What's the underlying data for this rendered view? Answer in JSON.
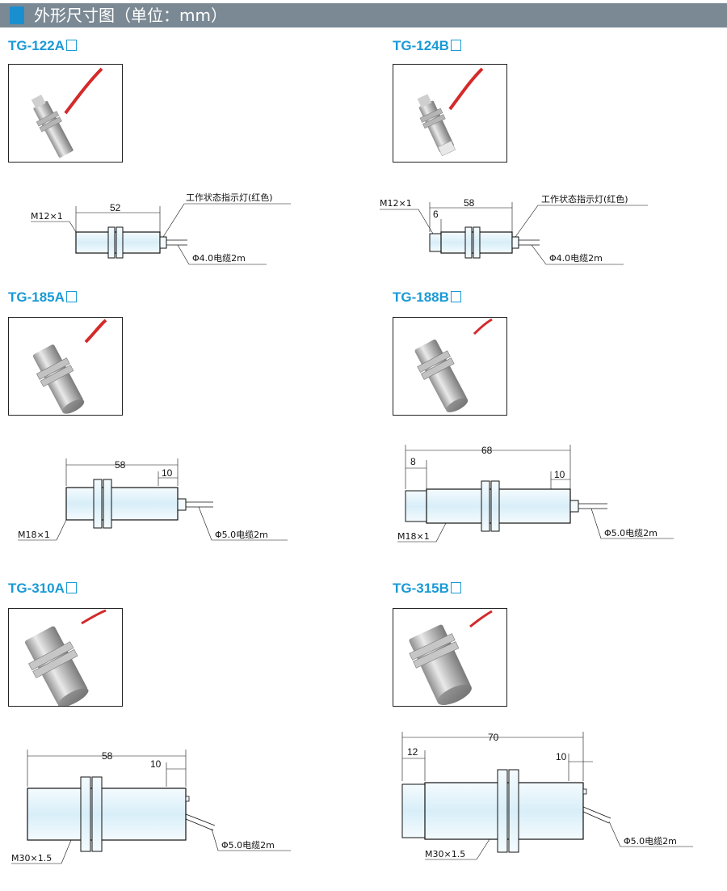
{
  "header": {
    "title": "外形尺寸图（单位：mm）"
  },
  "products": [
    {
      "model": "TG-122A",
      "thread": "M12×1",
      "length": "52",
      "indicator": "工作状态指示灯(红色)",
      "cable": "Φ4.0电缆2m"
    },
    {
      "model": "TG-124B",
      "thread": "M12×1",
      "length": "58",
      "tip": "6",
      "indicator": "工作状态指示灯(红色)",
      "cable": "Φ4.0电缆2m"
    },
    {
      "model": "TG-185A",
      "thread": "M18×1",
      "length": "58",
      "tail": "10",
      "cable": "Φ5.0电缆2m"
    },
    {
      "model": "TG-188B",
      "thread": "M18×1",
      "length": "68",
      "tip": "8",
      "tail": "10",
      "cable": "Φ5.0电缆2m"
    },
    {
      "model": "TG-310A",
      "thread": "M30×1.5",
      "length": "58",
      "tail": "10",
      "cable": "Φ5.0电缆2m"
    },
    {
      "model": "TG-315B",
      "thread": "M30×1.5",
      "length": "70",
      "tip": "12",
      "tail": "10",
      "cable": "Φ5.0电缆2m"
    }
  ],
  "colors": {
    "header_bg": "#7b8994",
    "accent": "#1a8fd0",
    "model_text": "#1a9ad6",
    "cable": "#d42a2a",
    "body_fill": "#e4f3fa"
  }
}
